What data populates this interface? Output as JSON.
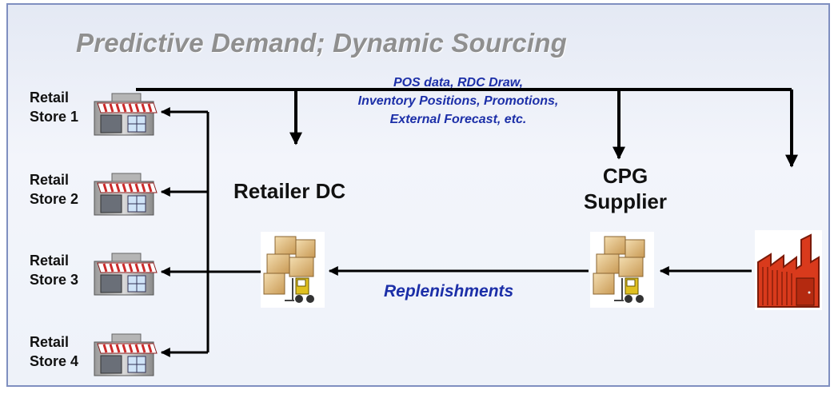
{
  "title": "Predictive Demand; Dynamic Sourcing",
  "stores": [
    {
      "line1": "Retail",
      "line2": "Store 1"
    },
    {
      "line1": "Retail",
      "line2": "Store 2"
    },
    {
      "line1": "Retail",
      "line2": "Store 3"
    },
    {
      "line1": "Retail",
      "line2": "Store 4"
    }
  ],
  "retailer_dc": "Retailer DC",
  "supplier": {
    "line1": "CPG",
    "line2": "Supplier"
  },
  "info_flow": [
    "POS data, RDC Draw,",
    "Inventory Positions, Promotions,",
    "External Forecast, etc."
  ],
  "replenishments": "Replenishments",
  "icons": {
    "store": "retail-store-icon",
    "warehouse": "warehouse-forklift-icon",
    "factory": "factory-icon"
  },
  "colors": {
    "flow_text": "#1c2fa8",
    "title": "#8f8f8f",
    "awning_stripe": "#cc2a2a",
    "factory": "#d93a1c"
  }
}
